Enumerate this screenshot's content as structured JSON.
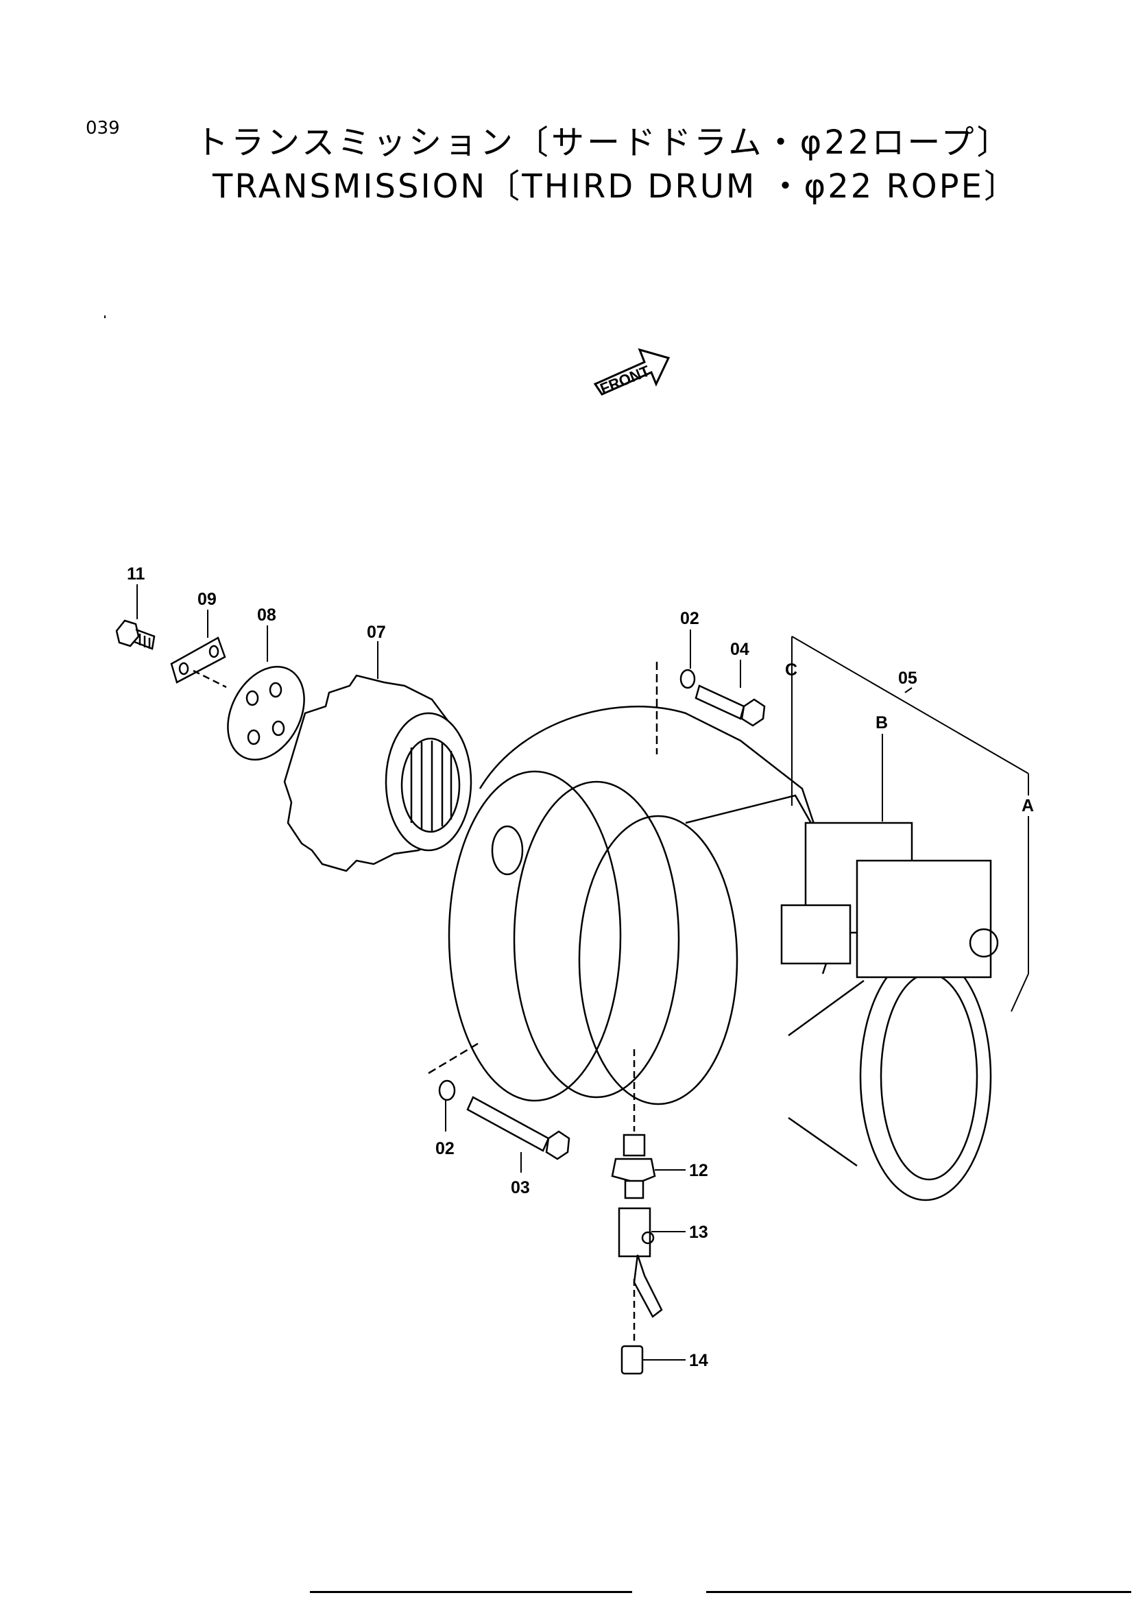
{
  "header": {
    "page_number": "039",
    "title_jp": "トランスミッション〔サードドラム・φ22ロープ〕",
    "title_en": "TRANSMISSION〔THIRD DRUM ・φ22 ROPE〕"
  },
  "front_arrow": {
    "label": "FRONT"
  },
  "callouts": {
    "p11": "11",
    "p09": "09",
    "p08": "08",
    "p07": "07",
    "p02_top": "02",
    "p04": "04",
    "p05": "05",
    "pC": "C",
    "pB": "B",
    "pA": "A",
    "p02_bottom": "02",
    "p03": "03",
    "p12": "12",
    "p13": "13",
    "p14": "14"
  }
}
